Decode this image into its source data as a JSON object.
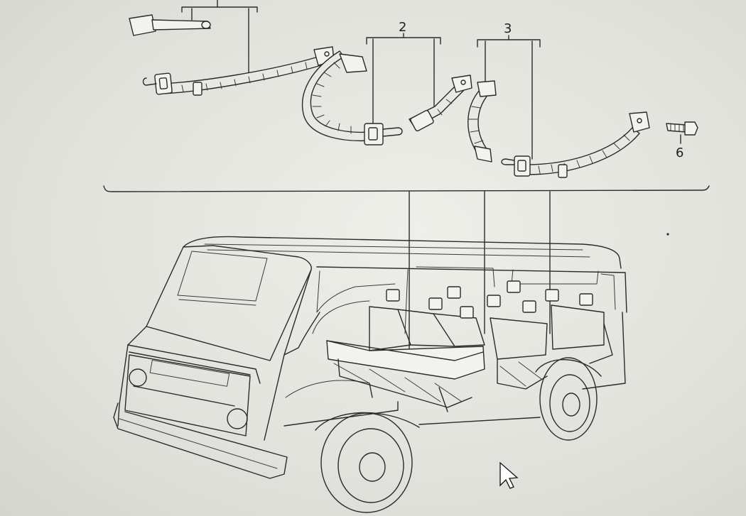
{
  "diagram": {
    "callouts": [
      {
        "id": "callout-2",
        "text": "2"
      },
      {
        "id": "callout-3",
        "text": "3"
      },
      {
        "id": "callout-6",
        "text": "6"
      }
    ]
  }
}
